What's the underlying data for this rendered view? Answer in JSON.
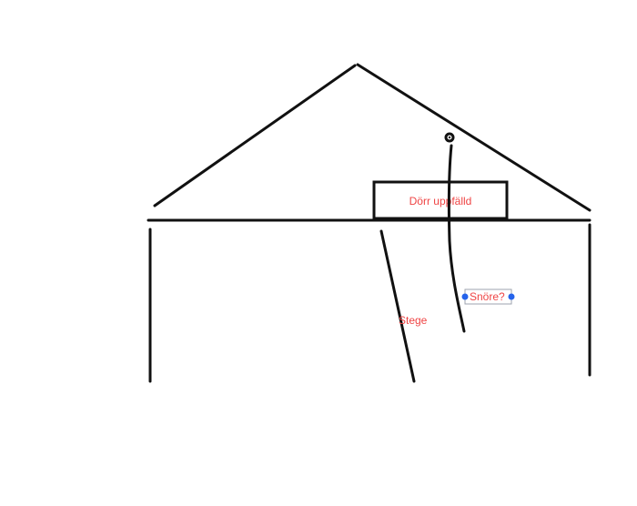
{
  "labels": {
    "door": "Dörr uppfälld",
    "ladder": "Stege",
    "string": "Snöre?"
  },
  "colors": {
    "stroke": "#111111",
    "label": "#ef4444",
    "handle": "#2563eb",
    "selection_box": "#9ca3af"
  }
}
